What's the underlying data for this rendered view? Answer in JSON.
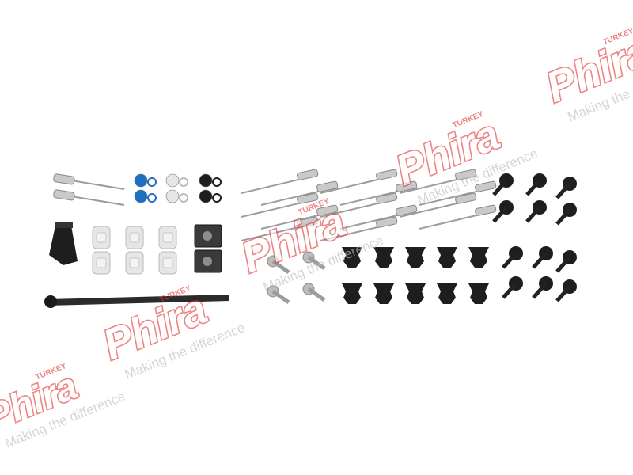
{
  "watermark": {
    "brand": "Phira",
    "country": "TURKEY",
    "tagline": "Making the difference",
    "color": "#e33a3a"
  },
  "product": {
    "material_colors": {
      "steel": "#c9c9c9",
      "black_plastic": "#1e1e1e",
      "white_plastic": "#e6e6e6",
      "blue_plastic": "#1d6fc4"
    }
  }
}
